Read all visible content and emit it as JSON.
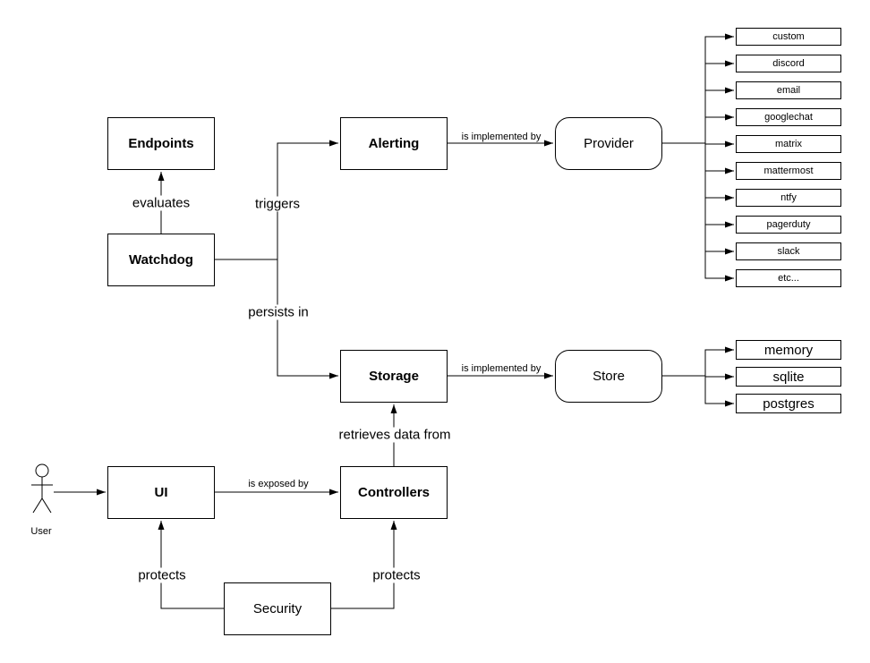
{
  "diagram": {
    "nodes": {
      "endpoints": {
        "label": "Endpoints"
      },
      "watchdog": {
        "label": "Watchdog"
      },
      "alerting": {
        "label": "Alerting"
      },
      "provider": {
        "label": "Provider"
      },
      "storage": {
        "label": "Storage"
      },
      "store": {
        "label": "Store"
      },
      "ui": {
        "label": "UI"
      },
      "controllers": {
        "label": "Controllers"
      },
      "security": {
        "label": "Security"
      }
    },
    "actor_label": "User",
    "providers": [
      "custom",
      "discord",
      "email",
      "googlechat",
      "matrix",
      "mattermost",
      "ntfy",
      "pagerduty",
      "slack",
      "etc..."
    ],
    "stores": [
      "memory",
      "sqlite",
      "postgres"
    ],
    "edges": {
      "evaluates": "evaluates",
      "triggers": "triggers",
      "persists_in": "persists in",
      "provider_impl": "is implemented by",
      "store_impl": "is implemented by",
      "retrieves": "retrieves data from",
      "exposed_by": "is exposed by",
      "protects_left": "protects",
      "protects_right": "protects"
    },
    "colors": {
      "stroke": "#000000",
      "background": "#ffffff"
    }
  }
}
